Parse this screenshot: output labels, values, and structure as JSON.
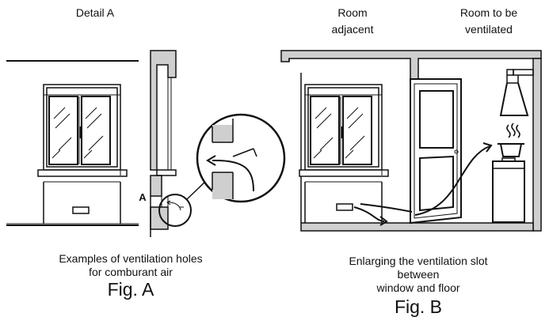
{
  "labels": {
    "detail_a": "Detail A",
    "room_adjacent_1": "Room",
    "room_adjacent_2": "adjacent",
    "room_vent_1": "Room to be",
    "room_vent_2": "ventilated",
    "marker_a": "A"
  },
  "captions": {
    "fig_a_line1": "Examples of ventilation holes",
    "fig_a_line2": "for comburant air",
    "fig_a_title": "Fig. A",
    "fig_b_line1": "Enlarging the ventilation slot",
    "fig_b_line2": "between",
    "fig_b_line3": "window and floor",
    "fig_b_title": "Fig. B"
  },
  "colors": {
    "wall_fill": "#cfcfcf",
    "line": "#111111"
  }
}
